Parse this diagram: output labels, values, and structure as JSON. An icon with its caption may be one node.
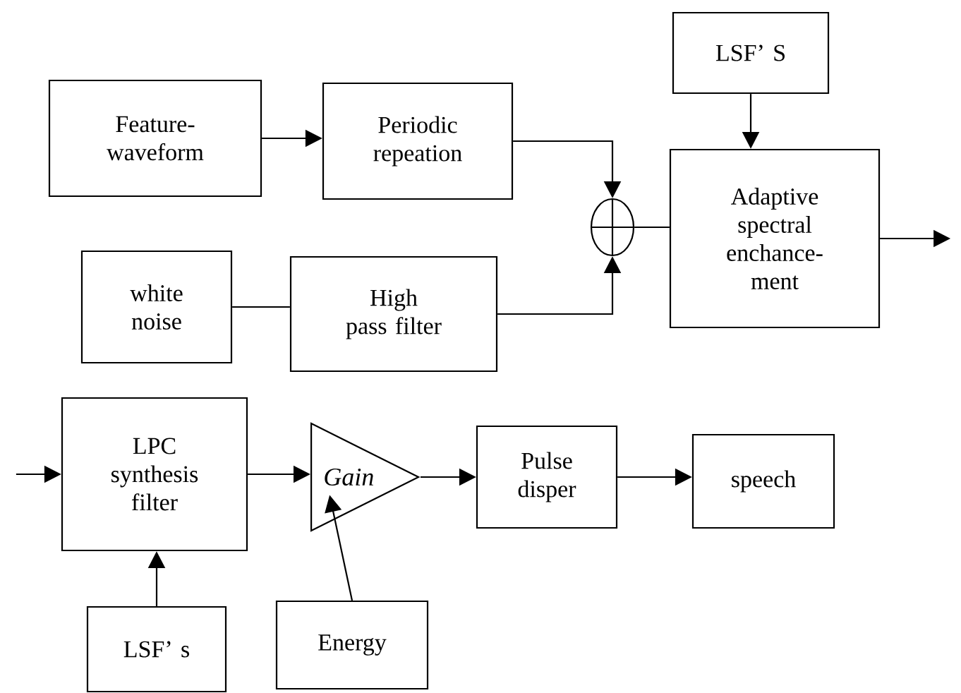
{
  "diagram": {
    "nodes": [
      {
        "text": [
          "Feature-waveform"
        ]
      },
      {
        "text": [
          "Periodic repeation"
        ]
      },
      {
        "text": [
          "LSF’ S"
        ]
      },
      {
        "text": [],
        "shape": "circle"
      },
      {
        "text": [
          "Adaptive spectral enchance-ment"
        ]
      },
      {
        "text": [
          "white noise"
        ]
      },
      {
        "text": [
          "High pass filter"
        ]
      },
      {
        "text": [
          "LPC synthesis filter"
        ]
      },
      {
        "text": [
          "Gain"
        ]
      },
      {
        "text": [
          "Pulse disper"
        ]
      },
      {
        "text": [
          "speech"
        ]
      },
      {
        "text": [
          "LSF’ s"
        ]
      },
      {
        "text": [
          "Energy"
        ]
      }
    ],
    "edges": [
      {
        "from": 0,
        "to": 1,
        "arrow": "to"
      },
      {
        "from": 1,
        "to": 3,
        "arrow": "to"
      },
      {
        "from": 5,
        "to": 6,
        "arrow": "none"
      },
      {
        "from": 6,
        "to": 3,
        "arrow": "to"
      },
      {
        "from": 3,
        "to": 4,
        "arrow": "none"
      },
      {
        "from": 2,
        "to": 4,
        "arrow": "to"
      },
      {
        "from": 4,
        "to": null,
        "arrow": "to"
      },
      {
        "from": null,
        "to": 7,
        "arrow": "to"
      },
      {
        "from": 7,
        "to": 8,
        "arrow": "to"
      },
      {
        "from": 12,
        "to": 8,
        "arrow": "to"
      },
      {
        "from": 8,
        "to": 9,
        "arrow": "to"
      },
      {
        "from": 9,
        "to": 10,
        "arrow": "to"
      },
      {
        "from": 11,
        "to": 7,
        "arrow": "to"
      }
    ]
  }
}
